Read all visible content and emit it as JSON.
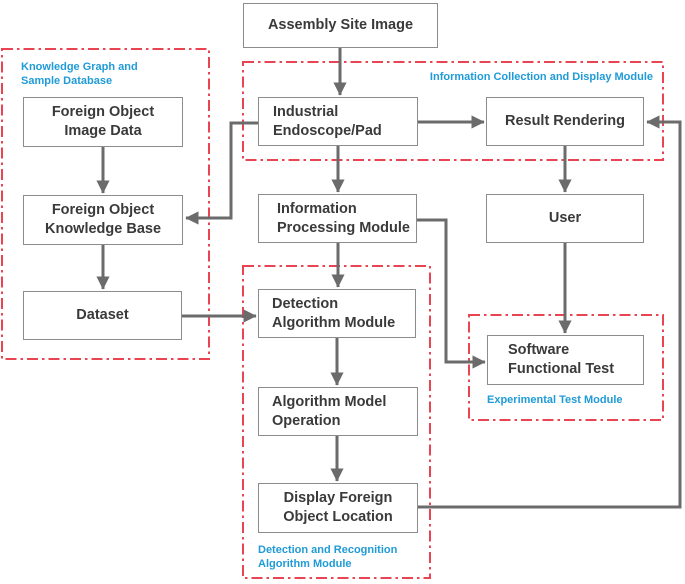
{
  "diagram_type": "flowchart",
  "colors": {
    "page_background": "#ffffff",
    "box_background": "#ffffff",
    "box_border": "#8c8c8c",
    "box_text": "#3a3a3a",
    "connector": "#6b6b6b",
    "region_border": "#e84451",
    "region_label_text": "#1f9bd7"
  },
  "nodes": {
    "assembly": {
      "lines": [
        "Assembly Site Image"
      ]
    },
    "endoscope": {
      "lines": [
        "Industrial",
        "Endoscope/Pad"
      ]
    },
    "result_rendering": {
      "lines": [
        "Result Rendering"
      ]
    },
    "info_processing": {
      "lines": [
        "Information",
        "Processing Module"
      ]
    },
    "user": {
      "lines": [
        "User"
      ]
    },
    "detection_module": {
      "lines": [
        "Detection",
        "Algorithm Module"
      ]
    },
    "algorithm_model": {
      "lines": [
        "Algorithm Model",
        "Operation"
      ]
    },
    "display_location": {
      "lines": [
        "Display Foreign",
        "Object Location"
      ]
    },
    "image_data": {
      "lines": [
        "Foreign Object",
        "Image Data"
      ]
    },
    "knowledge_base": {
      "lines": [
        "Foreign Object",
        "Knowledge Base"
      ]
    },
    "dataset": {
      "lines": [
        "Dataset"
      ]
    },
    "software_test": {
      "lines": [
        "Software",
        "Functional Test"
      ]
    }
  },
  "regions": {
    "knowledge": {
      "label_lines": [
        "Knowledge Graph and",
        "Sample Database"
      ]
    },
    "info_collection": {
      "label_lines": [
        "Information Collection and Display Module"
      ]
    },
    "detection_recognition": {
      "label_lines": [
        "Detection and Recognition",
        "Algorithm Module"
      ]
    },
    "experimental": {
      "label_lines": [
        "Experimental Test Module"
      ]
    }
  },
  "edges": [
    {
      "from": "assembly",
      "to": "endoscope"
    },
    {
      "from": "endoscope",
      "to": "knowledge_base"
    },
    {
      "from": "endoscope",
      "to": "result_rendering"
    },
    {
      "from": "endoscope",
      "to": "info_processing"
    },
    {
      "from": "result_rendering",
      "to": "user"
    },
    {
      "from": "info_processing",
      "to": "detection_module"
    },
    {
      "from": "info_processing",
      "to": "software_test"
    },
    {
      "from": "user",
      "to": "software_test"
    },
    {
      "from": "image_data",
      "to": "knowledge_base"
    },
    {
      "from": "knowledge_base",
      "to": "dataset"
    },
    {
      "from": "dataset",
      "to": "detection_module"
    },
    {
      "from": "detection_module",
      "to": "algorithm_model"
    },
    {
      "from": "algorithm_model",
      "to": "display_location"
    },
    {
      "from": "display_location",
      "to": "result_rendering"
    }
  ]
}
